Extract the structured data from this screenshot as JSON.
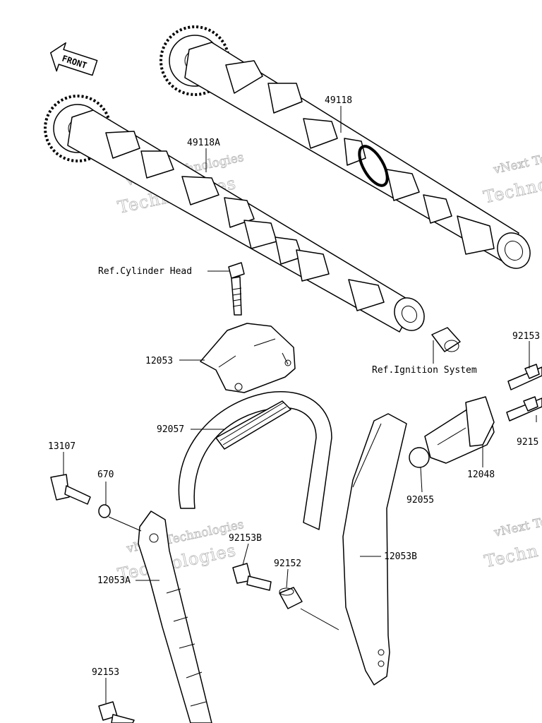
{
  "diagram": {
    "front_arrow_text": "FRONT",
    "labels": {
      "p49118": "49118",
      "p49118A": "49118A",
      "ref_cyl_head": "Ref.Cylinder Head",
      "p12053": "12053",
      "ref_ignition": "Ref.Ignition System",
      "p92153_top": "92153",
      "p92153_right": "9215",
      "p12048": "12048",
      "p92055": "92055",
      "p92057": "92057",
      "p13107": "13107",
      "p670": "670",
      "p92153B": "92153B",
      "p92152": "92152",
      "p12053B": "12053B",
      "p12053A": "12053A",
      "p92153_bottom": "92153"
    },
    "watermark": {
      "line1": "vNext Technologies",
      "line2": "Technologies",
      "line1_right": "vNext Te",
      "line2_right": "Techno",
      "line1_right_b": "vNext Te",
      "line2_right_b": "Techn"
    }
  }
}
